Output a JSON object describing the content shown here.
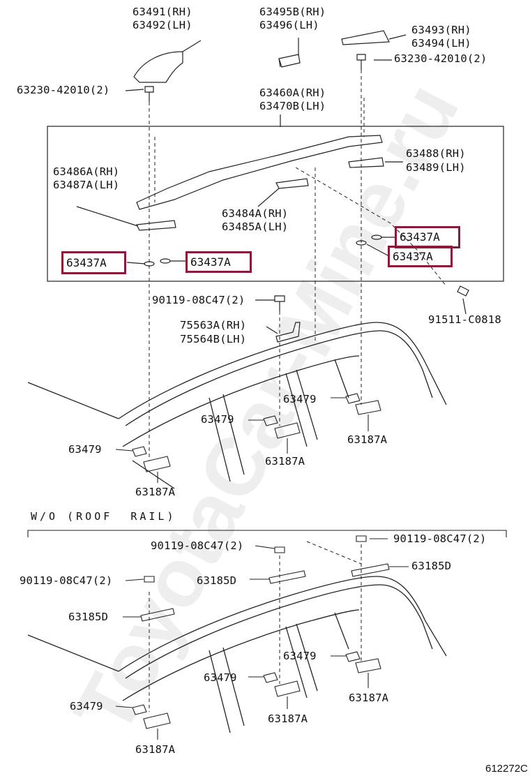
{
  "labels": {
    "p63491": "63491(RH)",
    "p63492": "63492(LH)",
    "p63495B": "63495B(RH)",
    "p63496": "63496(LH)",
    "p63493": "63493(RH)",
    "p63494": "63494(LH)",
    "p63230_right": "63230-42010(2)",
    "p63230_left": "63230-42010(2)",
    "p63460A": "63460A(RH)",
    "p63470B": "63470B(LH)",
    "p63488": "63488(RH)",
    "p63489": "63489(LH)",
    "p63486A": "63486A(RH)",
    "p63487A": "63487A(LH)",
    "p63484A": "63484A(RH)",
    "p63485A": "63485A(LH)",
    "p90119_top": "90119-08C47(2)",
    "p91511": "91511-C0818",
    "p75563A": "75563A(RH)",
    "p75564B": "75564B(LH)",
    "p63479_a": "63479",
    "p63479_b": "63479",
    "p63479_c": "63479",
    "p63187A_a": "63187A",
    "p63187A_b": "63187A",
    "p63187A_c": "63187A",
    "p90119_b1": "90119-08C47(2)",
    "p90119_b2": "90119-08C47(2)",
    "p90119_b3": "90119-08C47(2)",
    "p63185D_a": "63185D",
    "p63185D_b": "63185D",
    "p63185D_c": "63185D",
    "p63479_d": "63479",
    "p63479_e": "63479",
    "p63479_f": "63479",
    "p63187A_d": "63187A",
    "p63187A_e": "63187A",
    "p63187A_f": "63187A"
  },
  "callouts": {
    "c1": "63437A",
    "c2": "63437A",
    "c3": "63437A",
    "c4": "63437A"
  },
  "section_title": "W/O (ROOF  RAIL)",
  "figure_id": "612272C",
  "watermark": "ToyotaCar-Mine.ru",
  "colors": {
    "callout_border": "#8b1a3a",
    "line": "#222222"
  }
}
